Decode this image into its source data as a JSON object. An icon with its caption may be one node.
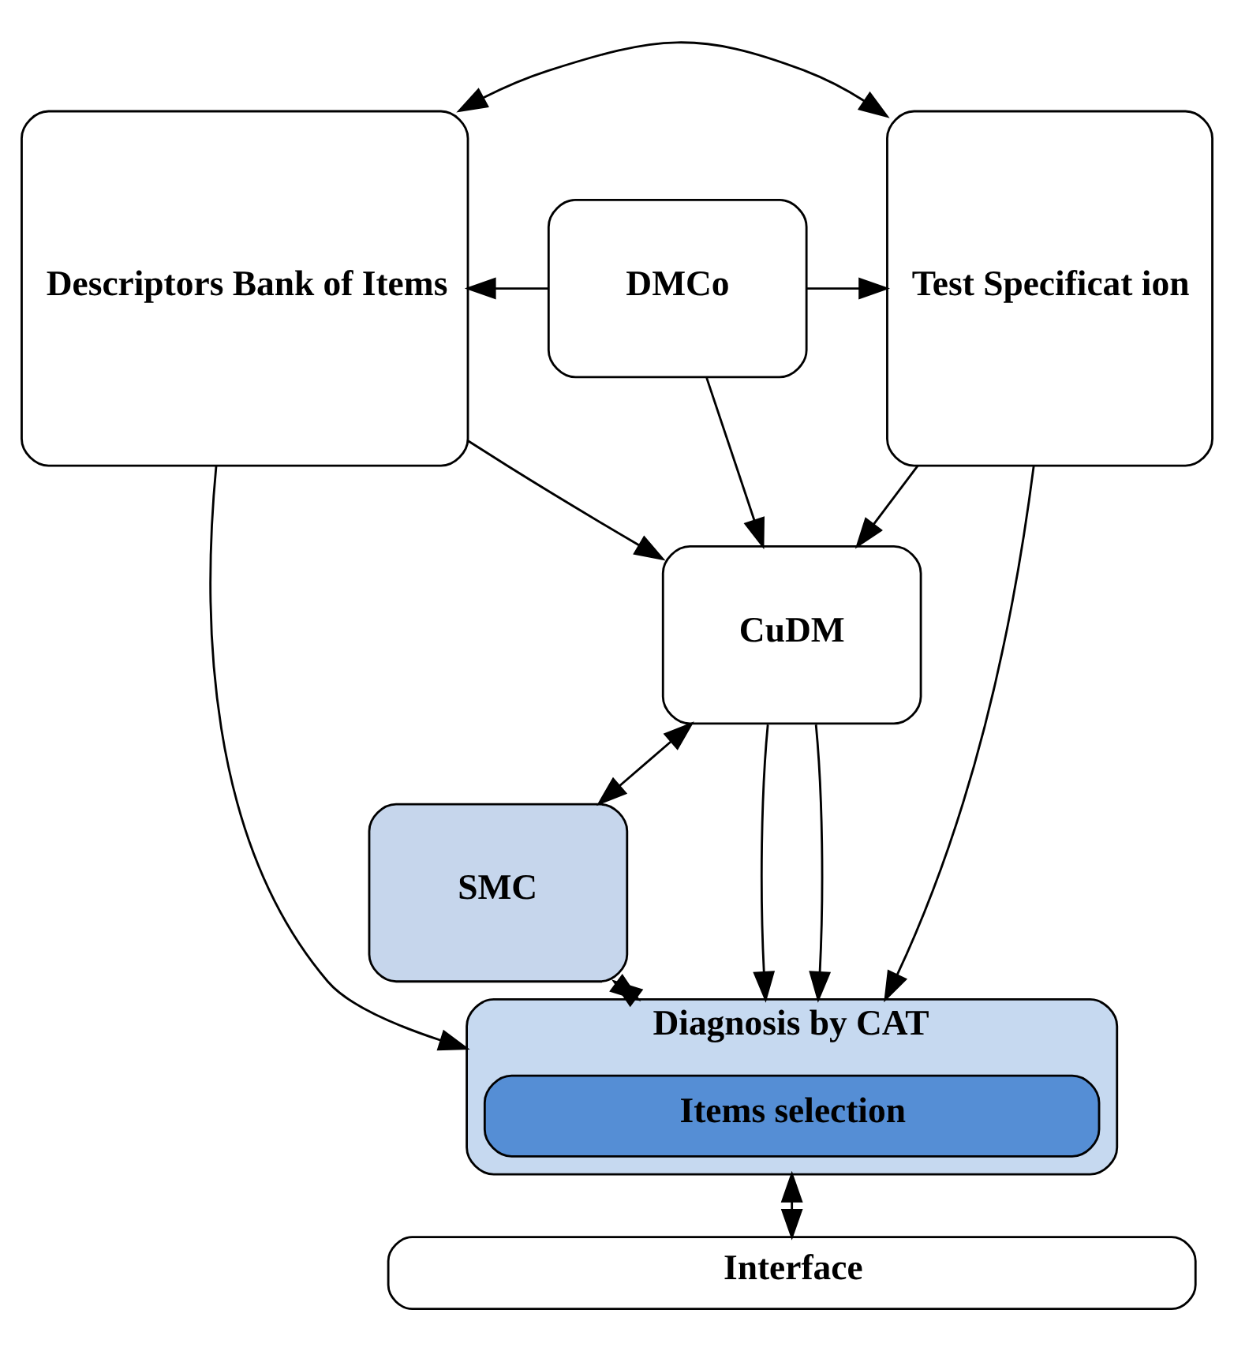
{
  "diagram": {
    "nodes": [
      {
        "text": [
          "DMCo"
        ]
      },
      {
        "text": [
          "Descriptors Bank of Items"
        ]
      },
      {
        "text": [
          "Test Specificat ion"
        ]
      },
      {
        "text": [
          "CuDM"
        ]
      },
      {
        "text": [
          "SMC"
        ]
      },
      {
        "text": [
          "Diagnosis by CAT"
        ]
      },
      {
        "text": [
          "Items selection"
        ],
        "in": 5
      },
      {
        "text": [
          "Interface"
        ]
      }
    ],
    "edges": [
      {
        "from": 1,
        "to": 2,
        "arrow": "both"
      },
      {
        "from": 0,
        "to": 1,
        "arrow": "to"
      },
      {
        "from": 0,
        "to": 2,
        "arrow": "to"
      },
      {
        "from": 0,
        "to": 3,
        "arrow": "to"
      },
      {
        "from": 1,
        "to": 3,
        "arrow": "to"
      },
      {
        "from": 2,
        "to": 3,
        "arrow": "to"
      },
      {
        "from": 3,
        "to": 4,
        "arrow": "both"
      },
      {
        "from": 1,
        "to": 5,
        "arrow": "to"
      },
      {
        "from": 3,
        "to": 5,
        "arrow": "to"
      },
      {
        "from": 3,
        "to": 5,
        "arrow": "to"
      },
      {
        "from": 2,
        "to": 5,
        "arrow": "to"
      },
      {
        "from": 4,
        "to": 5,
        "arrow": "both"
      },
      {
        "from": 5,
        "to": 7,
        "arrow": "both"
      }
    ]
  }
}
